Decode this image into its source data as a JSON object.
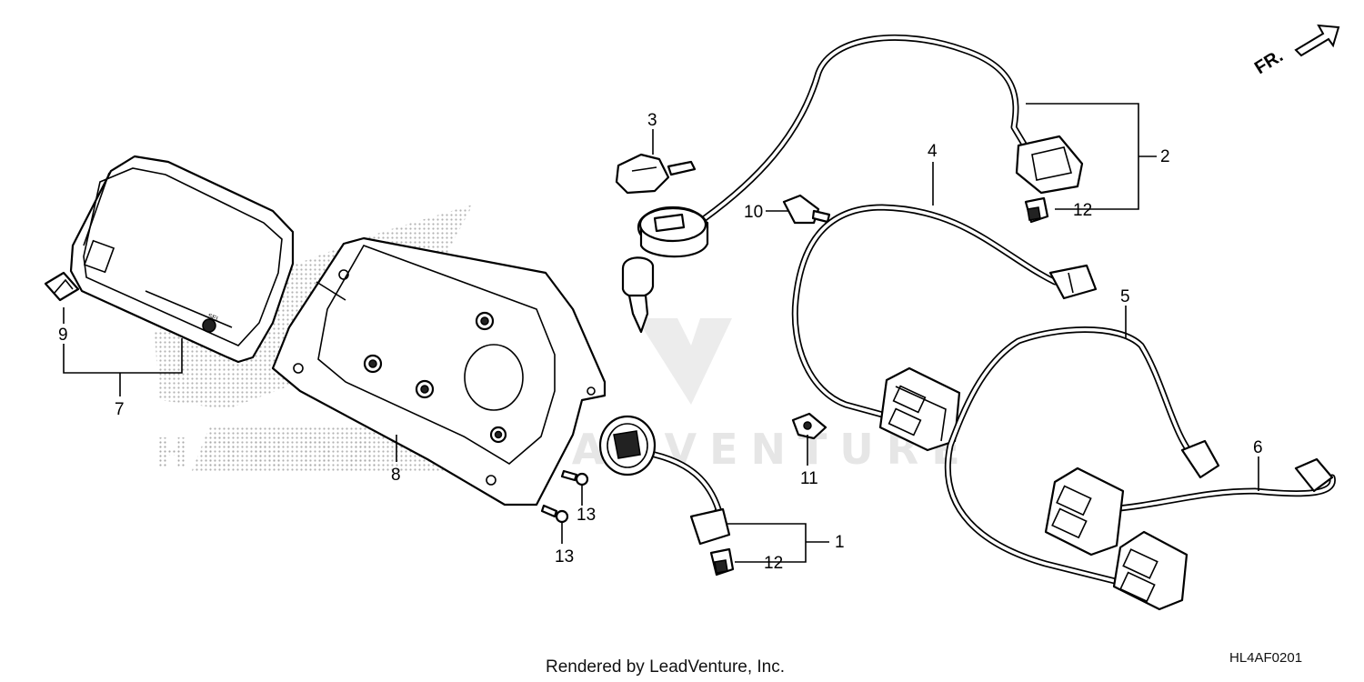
{
  "diagram": {
    "direction_indicator": "FR.",
    "footer_credit": "Rendered by LeadVenture, Inc.",
    "diagram_code": "HL4AF0201",
    "meter_marking": "SEL",
    "watermark_text": "LEADVENTURE",
    "brand_watermark_text": "HONDA",
    "callouts": {
      "c1": "1",
      "c2": "2",
      "c3": "3",
      "c4": "4",
      "c5": "5",
      "c6": "6",
      "c7": "7",
      "c8": "8",
      "c9": "9",
      "c10": "10",
      "c11": "11",
      "c12a": "12",
      "c12b": "12",
      "c13a": "13",
      "c13b": "13"
    }
  }
}
